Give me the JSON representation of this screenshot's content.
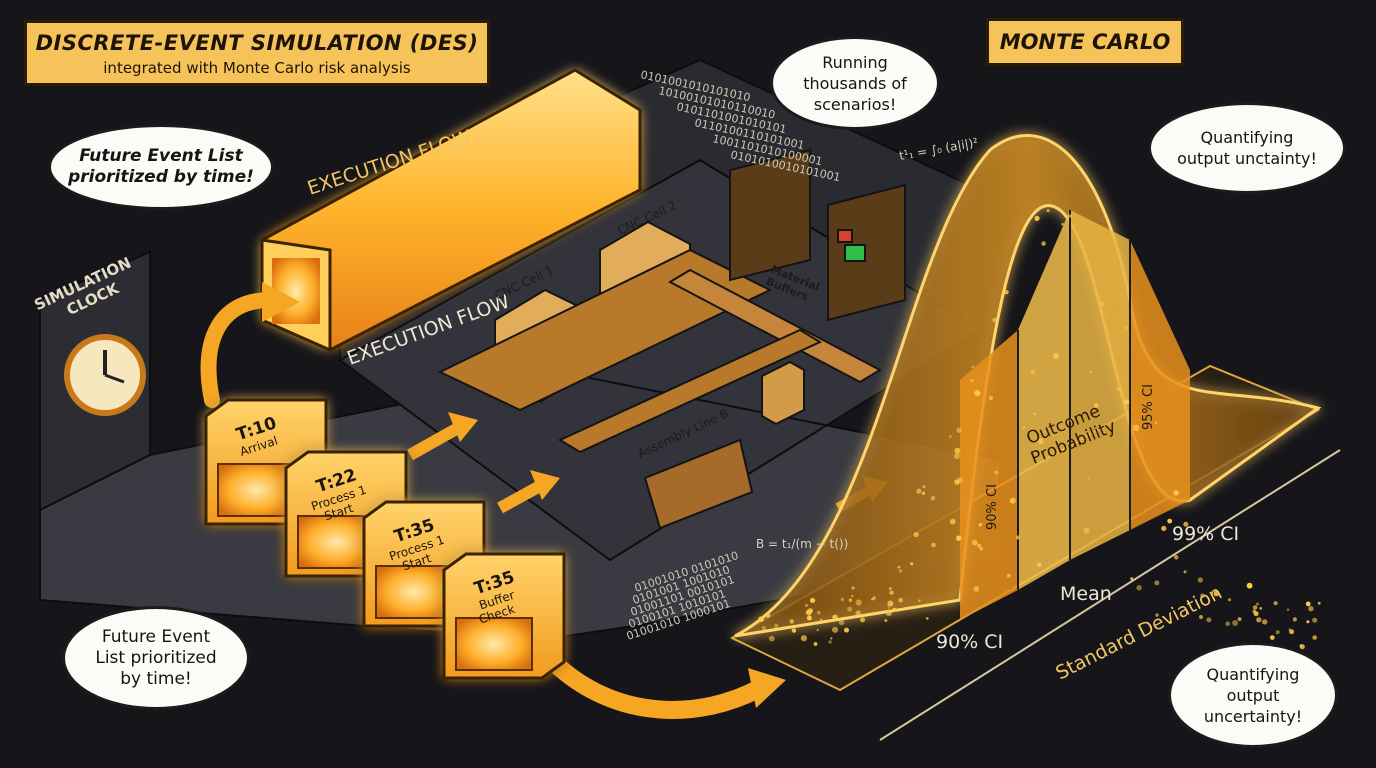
{
  "header": {
    "title": "DISCRETE-EVENT SIMULATION (DES)",
    "subtitle": "integrated with Monte Carlo risk analysis"
  },
  "monte_carlo": {
    "title": "MONTE CARLO"
  },
  "bubbles": {
    "future_event_top": [
      "Future Event List",
      "prioritized by time!"
    ],
    "future_event_bottom": [
      "Future Event",
      "List prioritized",
      "by time!"
    ],
    "running": [
      "Running",
      "thousands of",
      "scenarios!"
    ],
    "quantifying_top": [
      "Quantifying",
      "output unctainty!"
    ],
    "quantifying_bottom": [
      "Quantifying",
      "output",
      "uncertainty!"
    ]
  },
  "labels": {
    "simulation_clock": [
      "SIMULATION",
      "CLOCK"
    ],
    "execution_flow_top": "EXECUTION FLOW",
    "execution_flow_left": "EXECUTION FLOW",
    "cnc_cell_1": "CNC Cell 1",
    "cnc_cell_2": "CNC Cell 2",
    "material_buffers": [
      "Material",
      "Buffers"
    ],
    "assembly_line_b": "Assembly Line B"
  },
  "events": [
    {
      "time": "T:10",
      "lines": [
        "Arrival"
      ]
    },
    {
      "time": "T:22",
      "lines": [
        "Process 1",
        "Start"
      ]
    },
    {
      "time": "T:35",
      "lines": [
        "Process 1",
        "Start"
      ]
    },
    {
      "time": "T:35",
      "lines": [
        "Buffer",
        "Check"
      ]
    }
  ],
  "distribution": {
    "center_label": [
      "Outcome",
      "Probability"
    ],
    "band_left_label": "90% CI",
    "band_right_label": "95% CI",
    "mean_label": "Mean",
    "ci90_label": "90% CI",
    "ci99_label": "99% CI",
    "std_label": "Standard Deviation"
  },
  "binary_streams": {
    "top": [
      "0101001010101010",
      "10100101010110010",
      "0101101001010101",
      "0110100110101001",
      "1001101010100001",
      "0101010010101001"
    ],
    "bottom": [
      "01001010 0101010",
      "0101001 1001010",
      "01001101 0010101",
      "0100101 1010101",
      "01001010 1000101"
    ]
  },
  "formulas": {
    "top": "t¹₁ = ∫₀ (a|i|)²",
    "bottom": "B = t₁/(m − t())"
  },
  "colors": {
    "background": "#15151a",
    "gold": "#f6c25a",
    "glow": "#ffb42a",
    "deep_orange": "#e8911c",
    "floor": "#3a3b42",
    "ink": "#1b1b1b"
  }
}
